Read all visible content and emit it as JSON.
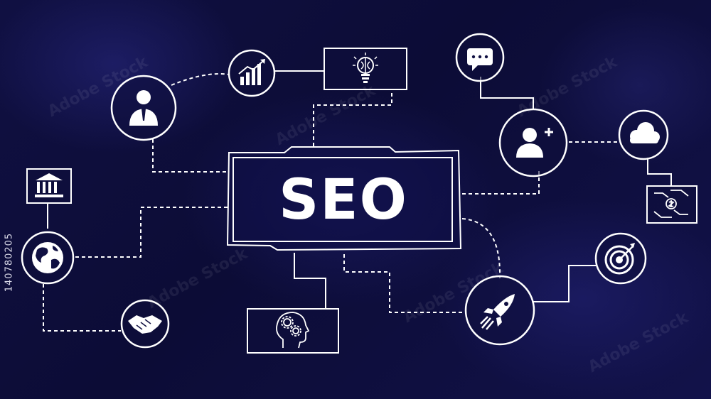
{
  "headline": "SEO",
  "stock_id": "140780205",
  "watermark": "Adobe Stock",
  "colors": {
    "background": "#101042",
    "line": "#ffffff"
  },
  "icons": [
    "businessman-icon",
    "growth-chart-icon",
    "lightbulb-brain-icon",
    "chat-bubble-icon",
    "add-user-icon",
    "cloud-icon",
    "money-hands-icon",
    "bank-icon",
    "globe-icon",
    "handshake-icon",
    "head-gears-icon",
    "rocket-icon",
    "target-icon"
  ]
}
